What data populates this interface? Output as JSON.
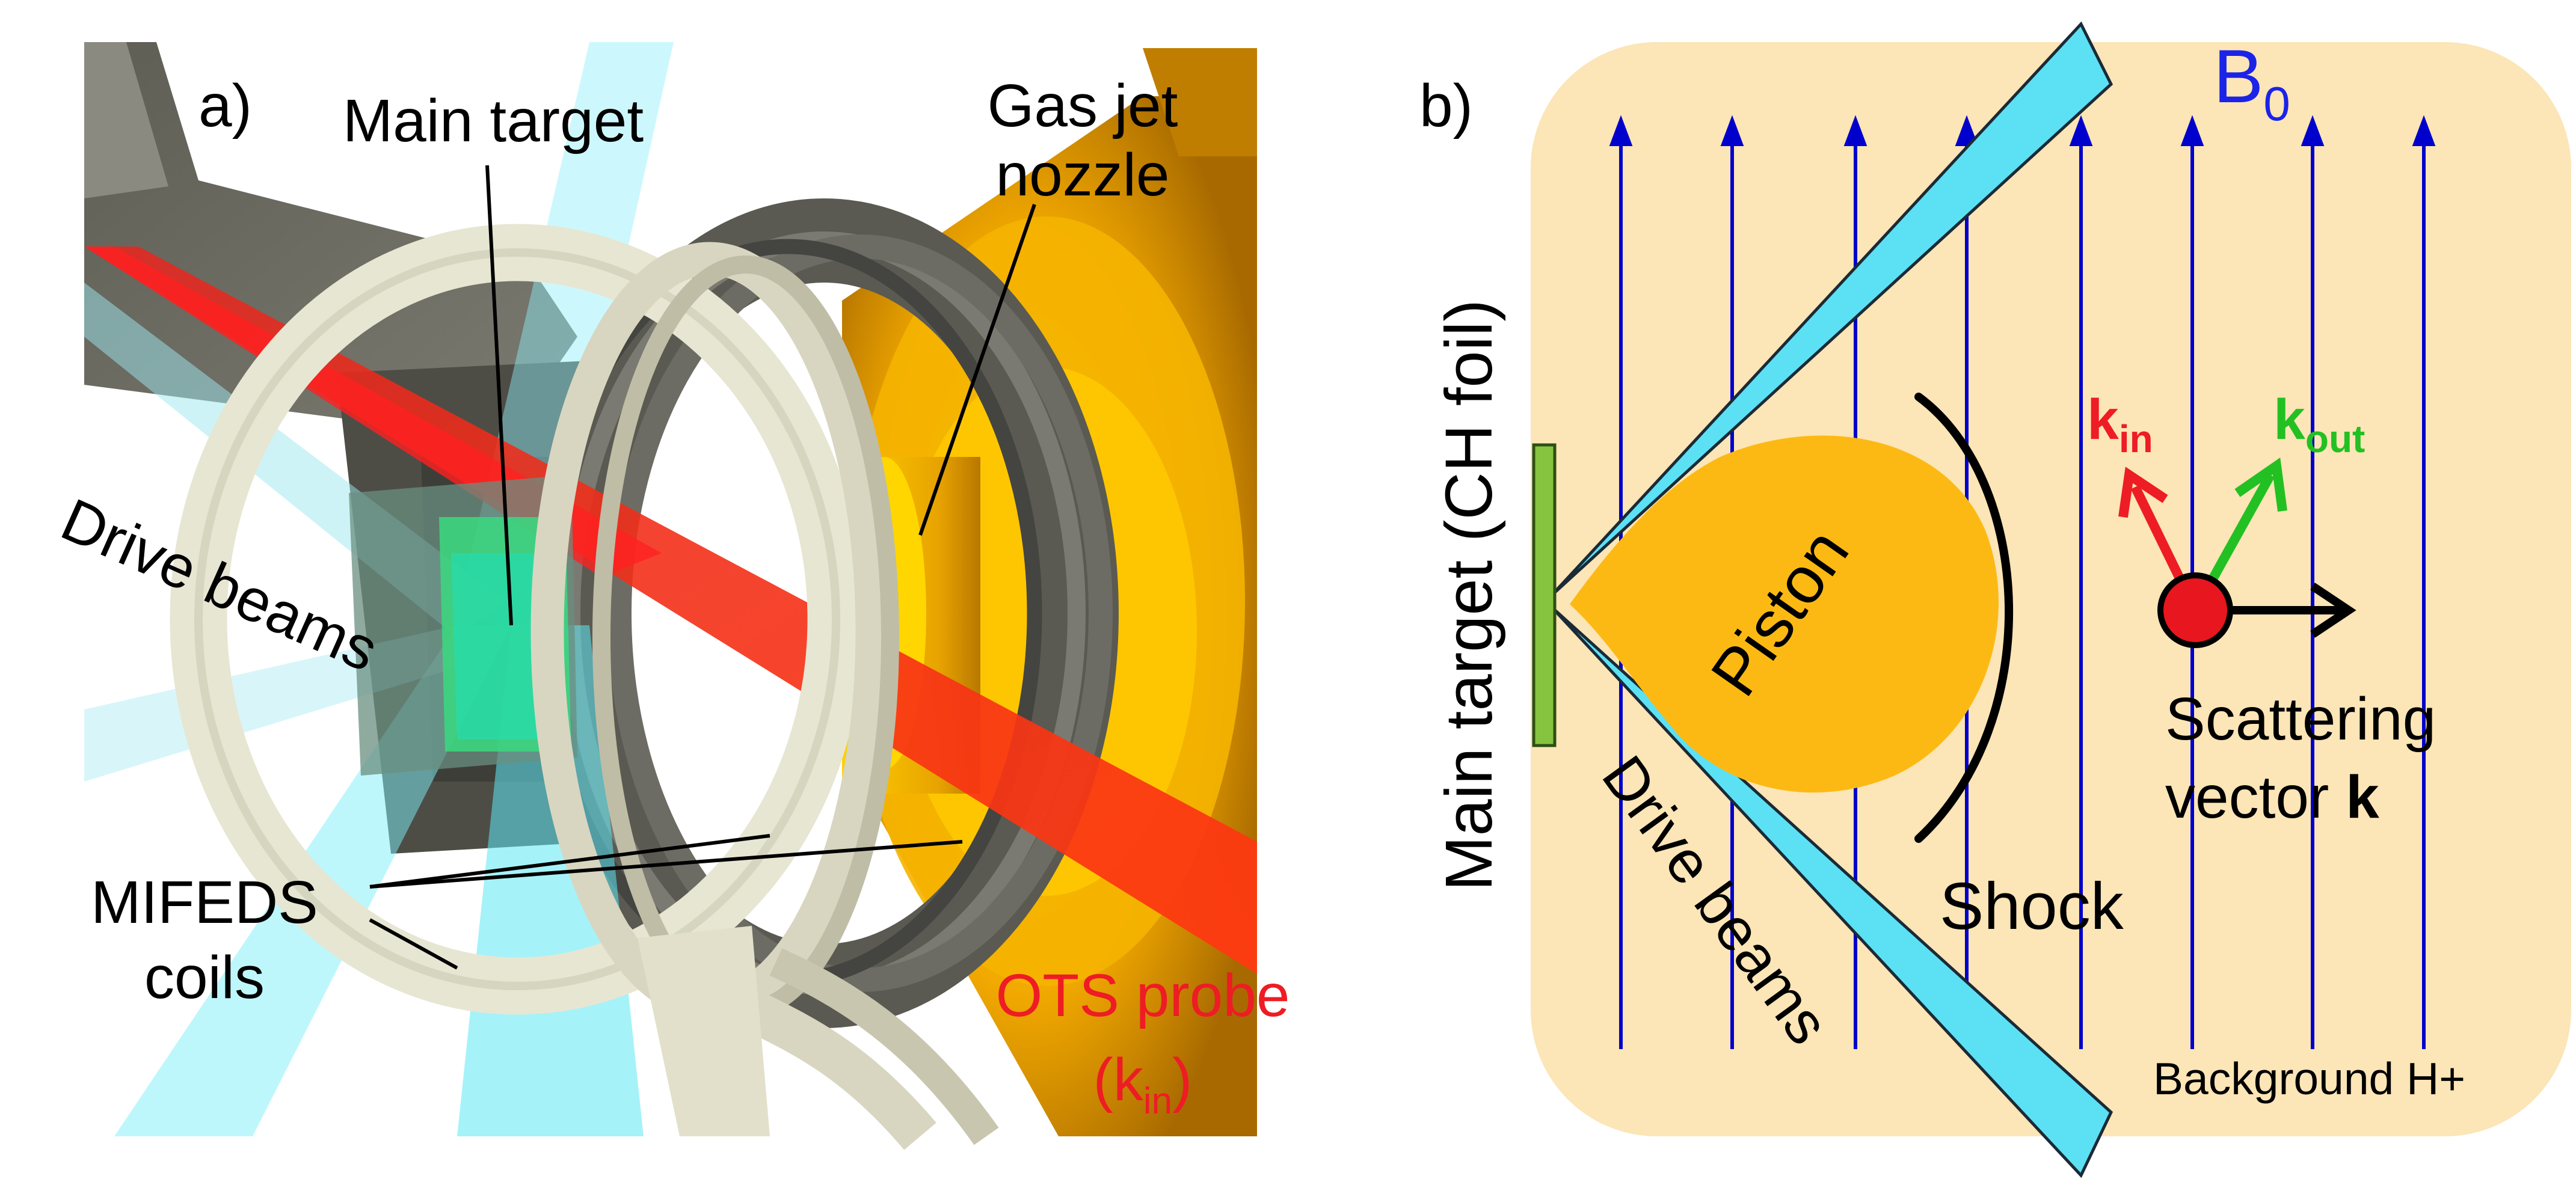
{
  "colors": {
    "background_plasma": "#FCE5B6",
    "piston": "#FDB913",
    "drive_beam": "#5CE1F4",
    "field_line": "#0000CC",
    "target_foil": "#86C440",
    "k_in": "#EE1C24",
    "k_out": "#23C023",
    "scatter_dot": "#E8161E",
    "label_red": "#EE1C24",
    "b0_blue": "#1B23E8"
  },
  "icons": {
    "field_arrow": "arrow-up-icon",
    "k_in_arrow": "arrow-icon",
    "k_out_arrow": "arrow-icon",
    "k_arrow": "arrow-right-icon"
  },
  "panel_a": {
    "tag": "a)",
    "main_target": "Main target",
    "gas_jet_line1": "Gas jet",
    "gas_jet_line2": "nozzle",
    "drive_beams": "Drive beams",
    "mifeds_line1": "MIFEDS",
    "mifeds_line2": "coils",
    "ots_line1": "OTS probe",
    "ots_k": "k",
    "ots_sub": "in"
  },
  "panel_b": {
    "tag": "b)",
    "b0_main": "B",
    "b0_sub": "0",
    "main_target": "Main target (CH foil)",
    "piston": "Piston",
    "drive_beams": "Drive beams",
    "shock": "Shock",
    "k_in_main": "k",
    "k_in_sub": "in",
    "k_out_main": "k",
    "k_out_sub": "out",
    "scattering_line1": "Scattering",
    "scattering_line2_prefix": "vector ",
    "scattering_line2_bold": "k",
    "background": "Background H+"
  }
}
